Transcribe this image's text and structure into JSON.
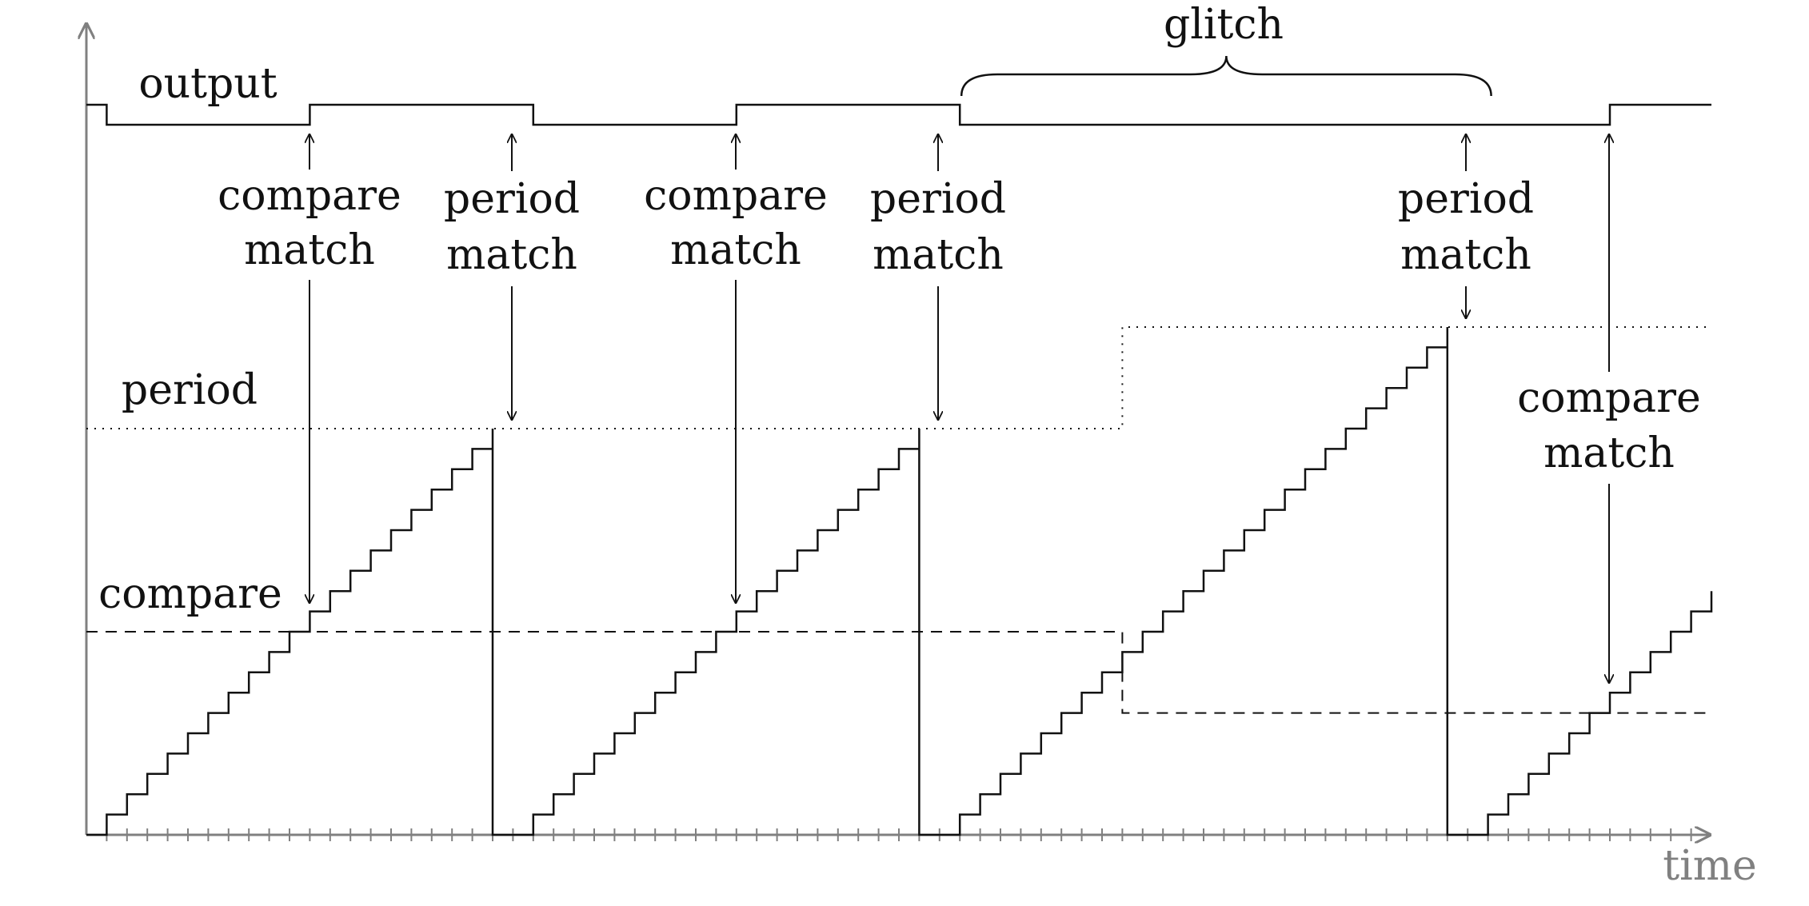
{
  "labels": {
    "output": "output",
    "period": "period",
    "compare": "compare",
    "time_axis": "time",
    "glitch": "glitch"
  },
  "annotations": [
    {
      "line1": "compare",
      "line2": "match"
    },
    {
      "line1": "period",
      "line2": "match"
    },
    {
      "line1": "compare",
      "line2": "match"
    },
    {
      "line1": "period",
      "line2": "match"
    },
    {
      "line1": "period",
      "line2": "match"
    },
    {
      "line1": "compare",
      "line2": "match"
    }
  ],
  "timing": {
    "total_ticks": 80,
    "counter_cycles": [
      {
        "start_tick": 0,
        "end_tick": 20,
        "peak_count": 20
      },
      {
        "start_tick": 21,
        "end_tick": 41,
        "peak_count": 20
      },
      {
        "start_tick": 42,
        "end_tick": 67,
        "peak_count": 25
      },
      {
        "start_tick": 68,
        "end_tick": 80,
        "peak_count": 12
      }
    ],
    "period_value": [
      {
        "from_tick": 0,
        "to_tick": 51,
        "value": 20
      },
      {
        "from_tick": 51,
        "to_tick": 80,
        "value": 25
      }
    ],
    "compare_value": [
      {
        "from_tick": 0,
        "to_tick": 51,
        "value": 10
      },
      {
        "from_tick": 51,
        "to_tick": 80,
        "value": 6
      }
    ],
    "output_high_intervals": [
      [
        0,
        1
      ],
      [
        11,
        22
      ],
      [
        32,
        43
      ],
      [
        75,
        80
      ]
    ],
    "glitch_span": [
      43,
      69
    ]
  },
  "colors": {
    "signal": "#111111",
    "axis": "#808080"
  }
}
